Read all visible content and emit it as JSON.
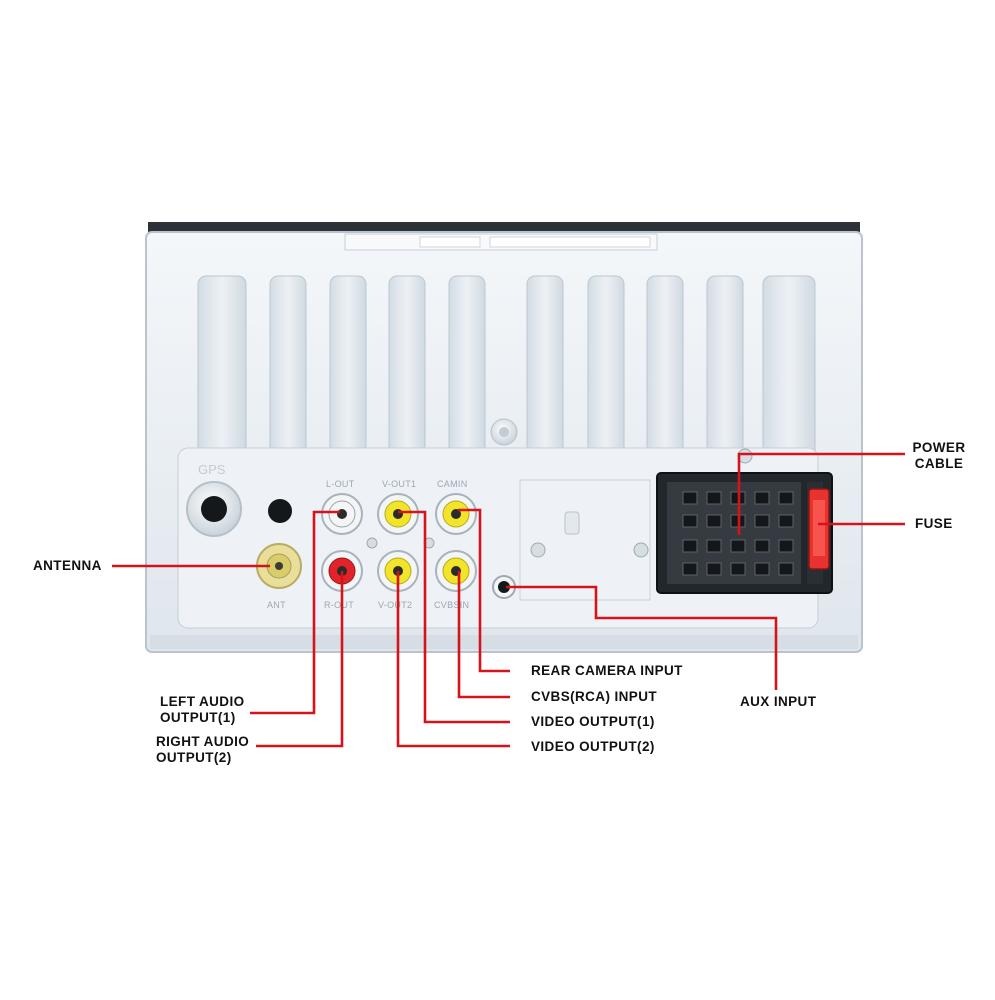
{
  "colors": {
    "leader": "#d4141a",
    "housing": "#e9eef3",
    "housing_edge": "#b9c4ce",
    "rca_yellow": "#f2e42a",
    "rca_red": "#e2232a",
    "fuse": "#e8322f"
  },
  "panel_text": {
    "gps": "GPS",
    "ant": "ANT",
    "l_out": "L-OUT",
    "v_out1": "V-OUT1",
    "cam_in": "CAMIN",
    "r_out": "R-OUT",
    "v_out2": "V-OUT2",
    "cvbs_in": "CVBSIN"
  },
  "callouts": {
    "power_cable": {
      "line1": "POWER",
      "line2": "CABLE"
    },
    "fuse": "FUSE",
    "antenna": "ANTENNA",
    "rear_camera_input": "REAR CAMERA INPUT",
    "cvbs_input": "CVBS(RCA) INPUT",
    "video_output1": "VIDEO OUTPUT(1)",
    "video_output2": "VIDEO OUTPUT(2)",
    "aux_input": "AUX INPUT",
    "left_audio": {
      "line1": "LEFT AUDIO",
      "line2": "OUTPUT(1)"
    },
    "right_audio": {
      "line1": "RIGHT AUDIO",
      "line2": "OUTPUT(2)"
    }
  }
}
